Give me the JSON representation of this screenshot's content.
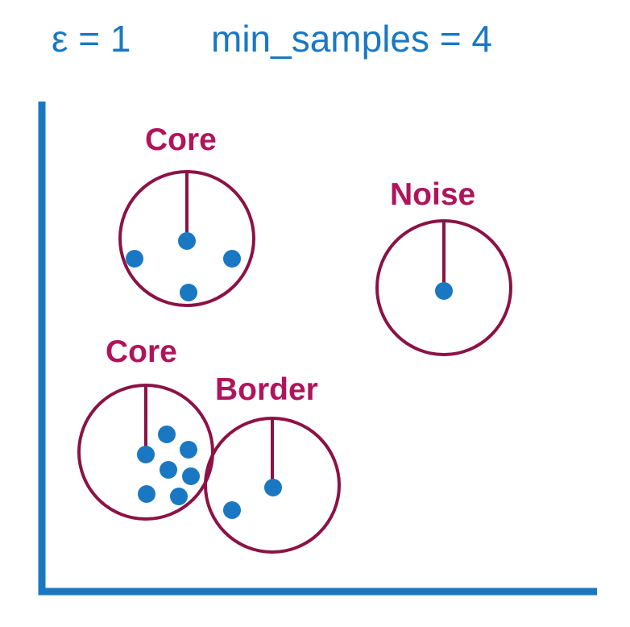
{
  "title": {
    "epsilon": "ε = 1",
    "min_samples": "min_samples = 4"
  },
  "labels": {
    "core_top": "Core",
    "noise": "Noise",
    "core_bottom": "Core",
    "border": "Border"
  },
  "colors": {
    "accent_blue": "#1a78c2",
    "label_magenta": "#b0145a",
    "circle_stroke": "#8c1246",
    "point_fill": "#1a78c2"
  }
}
